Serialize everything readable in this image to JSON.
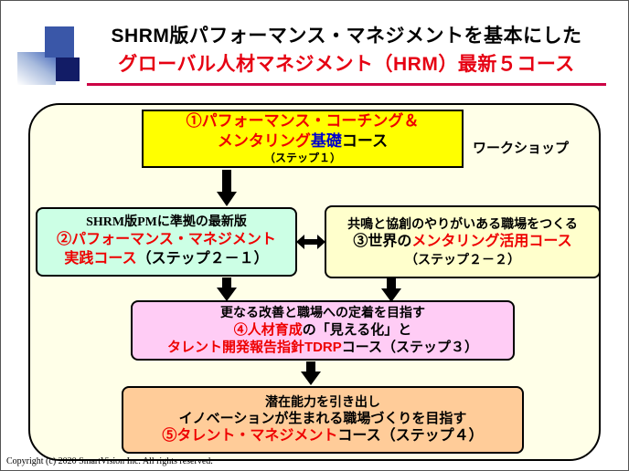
{
  "title": {
    "line1": "SHRM版パフォーマンス・マネジメントを基本にした",
    "line2": "グローバル人材マネジメント（HRM）最新５コース"
  },
  "diagram": {
    "workshop_label": "ワークショップ",
    "box1": {
      "line1": "①パフォーマンス・コーチング＆",
      "line2_red": "メンタリング",
      "line2_blue": "基礎",
      "line2_black": "コース",
      "line3": "（ステップ１）"
    },
    "box2": {
      "line1": "SHRM版PMに準拠の最新版",
      "line2": "②パフォーマンス・マネジメント",
      "line3_red": "実践コース",
      "line3_black": "（ステップ２－１）"
    },
    "box3": {
      "line1": "共鳴と協創のやりがいある職場をつくる",
      "line2_black": "③世界の",
      "line2_red": "メンタリング活用コース",
      "line3": "（ステップ２－２）"
    },
    "box4": {
      "line1": "更なる改善と職場への定着を目指す",
      "line2_red": "④人材育成",
      "line2_black": "の「見える化」と",
      "line3_red": "タレント開発報告指針TDRP",
      "line3_black": "コース（ステップ３）"
    },
    "box5": {
      "line1": "潜在能力を引き出し",
      "line2": "イノベーションが生まれる職場づくりを目指す",
      "line3_red": "⑤タレント・マネジメント",
      "line3_black": "コース（ステップ４）"
    }
  },
  "footer": {
    "copyright": "Copyright (c) 2020 SmartVision Inc. All rights reserved."
  },
  "colors": {
    "title_red": "#E60012",
    "underline_red": "#CC0044",
    "text_red": "#EE0000",
    "text_blue": "#0000CC",
    "box1_bg": "#FFFF00",
    "box2_bg": "#CCFFE5",
    "box3_bg": "#FFFFCC",
    "box4_bg": "#FFCCF5",
    "box5_bg": "#FFCC99",
    "canvas_bg": "#FFFFE8",
    "decoration_blue": "#3A57A8",
    "decoration_navy": "#121C66"
  }
}
